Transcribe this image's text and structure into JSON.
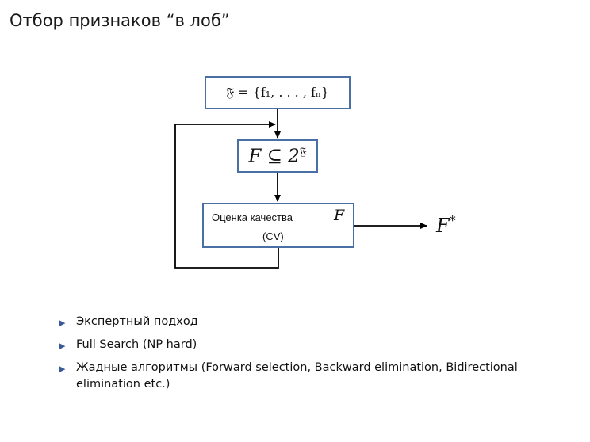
{
  "slide": {
    "title": "Отбор признаков “в лоб”"
  },
  "diagram": {
    "box_feature_set": "𝔉 = {f₁, . . . , fₙ}",
    "box_subset": "F ⊆ 2^𝔉",
    "box_subset_main": "F ⊆ 2",
    "box_subset_sup": "𝔉",
    "box_quality_label": "Оценка качества",
    "box_quality_var": "F",
    "box_quality_sub": "(CV)",
    "output_main": "F",
    "output_sup": "*"
  },
  "bullets": [
    "Экспертный подход",
    "Full Search (NP hard)",
    "Жадные алгоритмы (Forward selection, Backward elimination, Bidirectional elimination etc.)"
  ],
  "colors": {
    "box_border": "#4a6fa5",
    "bullet_marker": "#3a5a9a",
    "lines": "#000000"
  }
}
